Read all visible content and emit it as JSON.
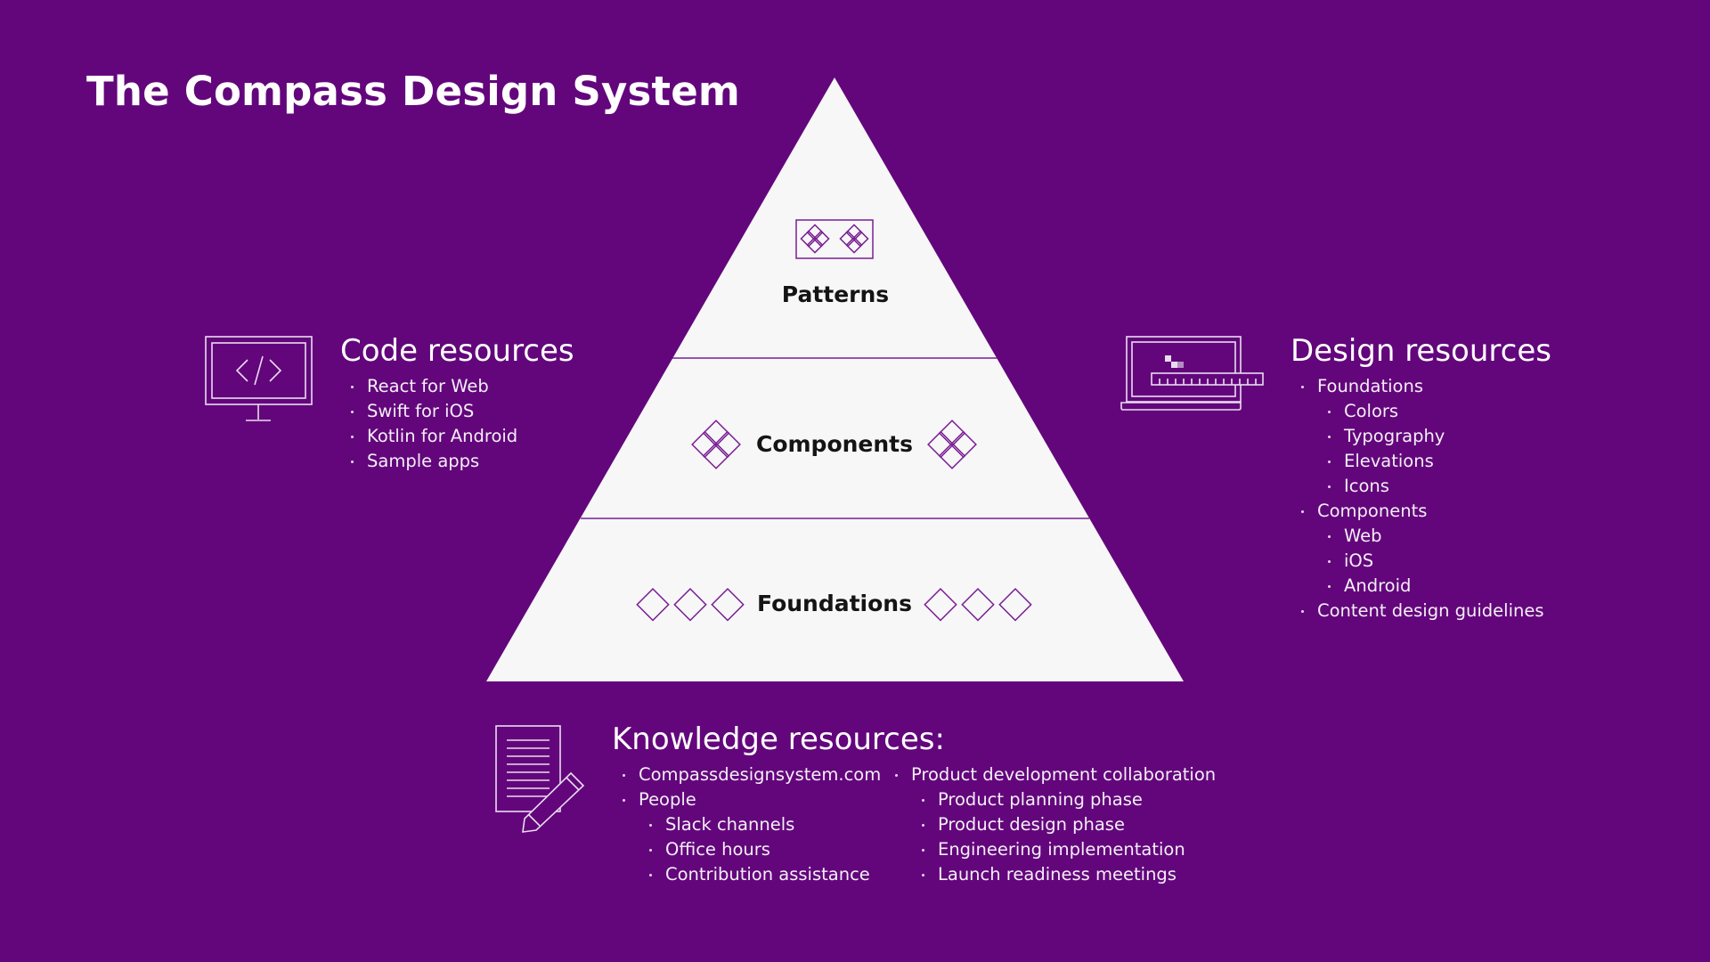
{
  "title": "The Compass Design System",
  "colors": {
    "background": "#63067c",
    "pyramid_fill": "#f7f7f8",
    "accent": "#7a1f93",
    "text_dark": "#141414"
  },
  "pyramid": {
    "tiers": [
      {
        "label": "Patterns",
        "icon": "patterns-icon"
      },
      {
        "label": "Components",
        "icon": "components-icon"
      },
      {
        "label": "Foundations",
        "icon": "foundations-icon"
      }
    ]
  },
  "code_resources": {
    "heading": "Code resources",
    "icon": "monitor-code-icon",
    "items": [
      "React for Web",
      "Swift for iOS",
      "Kotlin for Android",
      "Sample apps"
    ]
  },
  "design_resources": {
    "heading": "Design resources",
    "icon": "laptop-ruler-icon",
    "items": [
      {
        "text": "Foundations",
        "level": 1
      },
      {
        "text": "Colors",
        "level": 2
      },
      {
        "text": "Typography",
        "level": 2
      },
      {
        "text": "Elevations",
        "level": 2
      },
      {
        "text": "Icons",
        "level": 2
      },
      {
        "text": "Components",
        "level": 1
      },
      {
        "text": "Web",
        "level": 2
      },
      {
        "text": "iOS",
        "level": 2
      },
      {
        "text": "Android",
        "level": 2
      },
      {
        "text": "Content design guidelines",
        "level": 1
      }
    ]
  },
  "knowledge_resources": {
    "heading": "Knowledge resources:",
    "icon": "document-pencil-icon",
    "col1": [
      {
        "text": "Compassdesignsystem.com",
        "level": 1
      },
      {
        "text": "People",
        "level": 1
      },
      {
        "text": "Slack channels",
        "level": 2
      },
      {
        "text": "Office hours",
        "level": 2
      },
      {
        "text": "Contribution assistance",
        "level": 2
      }
    ],
    "col2": [
      {
        "text": "Product development collaboration",
        "level": 1
      },
      {
        "text": "Product planning phase",
        "level": 2
      },
      {
        "text": "Product design phase",
        "level": 2
      },
      {
        "text": "Engineering implementation",
        "level": 2
      },
      {
        "text": "Launch readiness meetings",
        "level": 2
      }
    ]
  }
}
